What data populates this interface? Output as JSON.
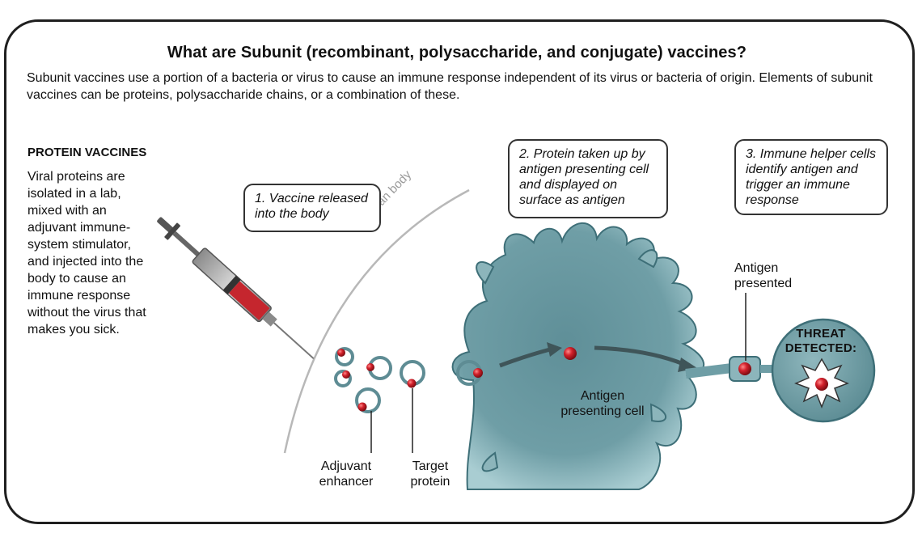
{
  "title": "What are Subunit (recombinant, polysaccharide, and conjugate) vaccines?",
  "intro": "Subunit vaccines use a portion of a bacteria or virus to cause an immune response independent of its virus or bacteria of origin.  Elements of subunit vaccines can be proteins, polysaccharide chains, or a combination of these.",
  "section": {
    "heading": "PROTEIN VACCINES",
    "text": "Viral proteins are isolated in a lab, mixed with an adjuvant immune-system stimulator, and injected into the body to cause an immune response without the virus that makes you sick."
  },
  "steps": [
    {
      "text": "1. Vaccine released into the body"
    },
    {
      "text": "2. Protein taken up by antigen presenting cell and displayed on surface as antigen"
    },
    {
      "text": "3. Immune helper cells identify antigen and trigger an immune response"
    }
  ],
  "labels": {
    "human_body": "Human body",
    "adjuvant": "Adjuvant enhancer",
    "target": "Target protein",
    "apc": "Antigen presenting cell",
    "antigen_presented": "Antigen presented",
    "threat": "THREAT DETECTED:"
  },
  "colors": {
    "cell": "#6f9ea6",
    "cell_dark": "#3e6f78",
    "protein_red": "#c8202a",
    "syringe_fill": "#c5262e",
    "outline": "#1f1f1f"
  }
}
